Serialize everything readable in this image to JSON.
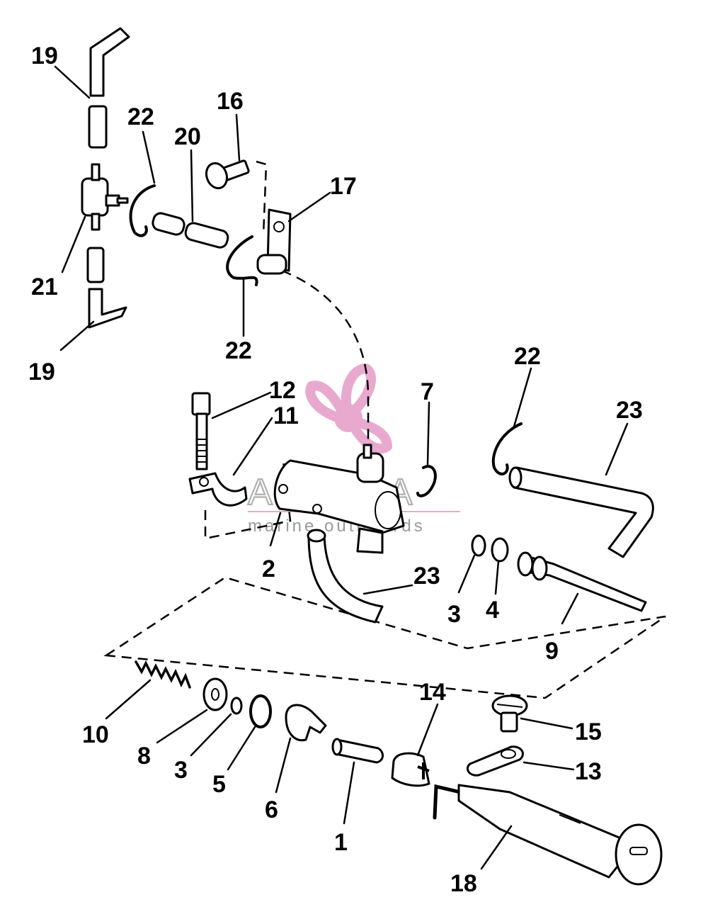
{
  "watermark": {
    "brand": "ARMADA",
    "tagline": "marine outboards",
    "logo_icon": "propeller-icon",
    "logo_color": "#e9a9cf"
  },
  "callouts": {
    "c19_top": "19",
    "c22_top": "22",
    "c20": "20",
    "c16": "16",
    "c17": "17",
    "c21": "21",
    "c19_bottom": "19",
    "c22_mid": "22",
    "c22_right": "22",
    "c23_right": "23",
    "c12": "12",
    "c11": "11",
    "c7": "7",
    "c2": "2",
    "c23_mid": "23",
    "c3_upper": "3",
    "c4": "4",
    "c9": "9",
    "c10": "10",
    "c8": "8",
    "c3_lower": "3",
    "c5": "5",
    "c6": "6",
    "c1": "1",
    "c14": "14",
    "c15": "15",
    "c13": "13",
    "c18": "18"
  }
}
